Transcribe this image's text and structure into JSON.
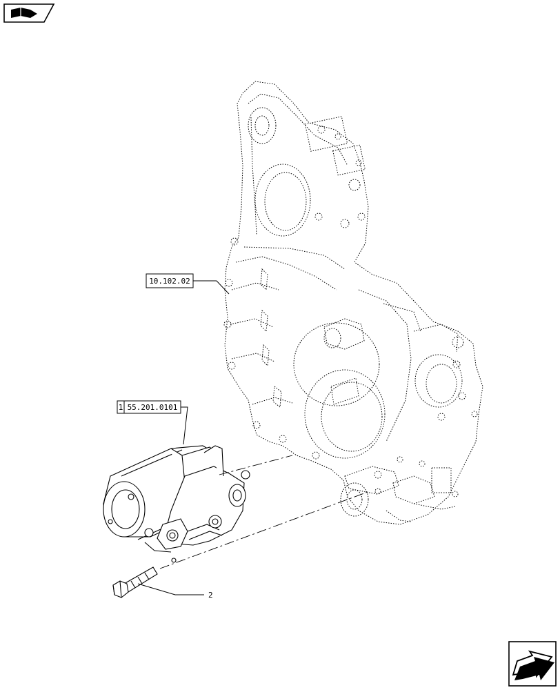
{
  "callouts": {
    "housing_ref": "10.102.02",
    "starter_qty": "1",
    "starter_ref": "55.201.0101",
    "bolt_item": "2"
  },
  "icons": {
    "top_left": "book-open-icon",
    "bottom_right": "next-page-arrow-icon"
  },
  "colors": {
    "line": "#000000",
    "background": "#ffffff"
  }
}
